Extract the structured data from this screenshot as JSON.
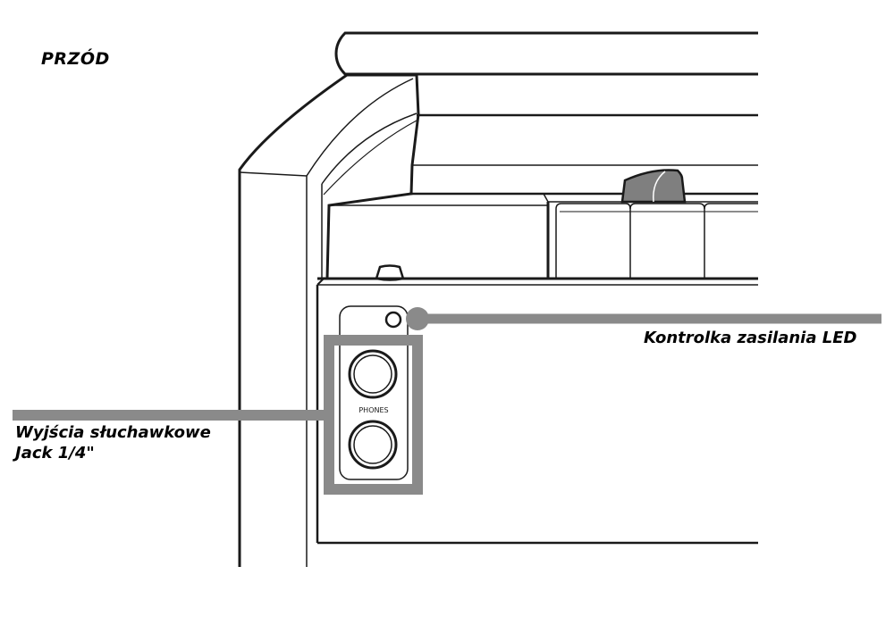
{
  "labels": {
    "front": "PRZÓD",
    "led": "Kontrolka zasilania LED",
    "phones_line1": "Wyjścia słuchawkowe",
    "phones_line2": "Jack 1/4\"",
    "panel_text": "PHONES"
  },
  "colors": {
    "line": "#1a1a1a",
    "callout": "#8a8a8a",
    "knob": "#7f7f7f",
    "background": "#ffffff"
  }
}
